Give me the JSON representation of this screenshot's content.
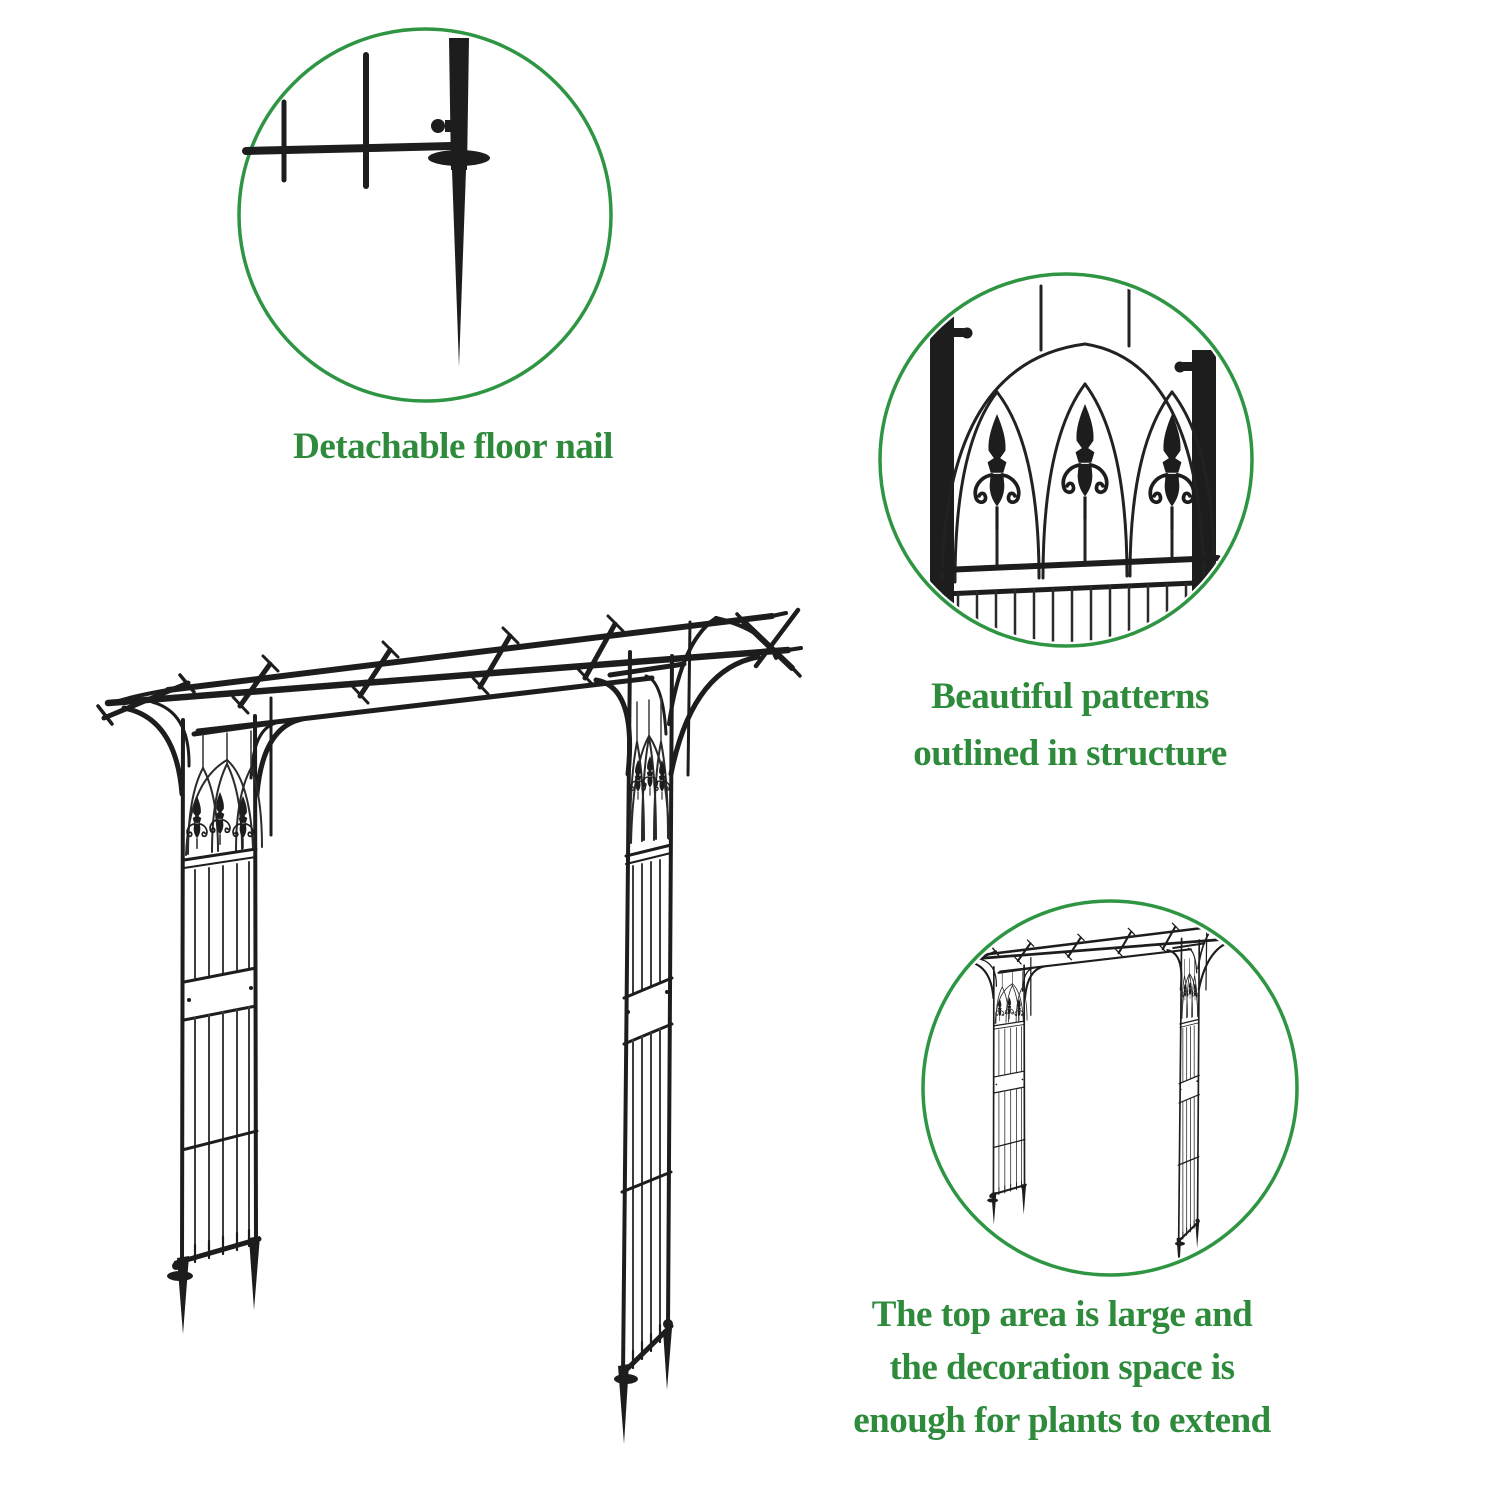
{
  "colors": {
    "text_green": "#2e8b3c",
    "circle_green": "#2e9543",
    "metal_dark": "#1d1d1d",
    "metal_light": "#3c3c3c",
    "background": "#ffffff"
  },
  "callouts": {
    "floor_nail": {
      "caption": "Detachable floor nail"
    },
    "patterns": {
      "caption_line1": "Beautiful patterns",
      "caption_line2": "outlined in structure"
    },
    "top_area": {
      "caption_line1": "The top area is large and",
      "caption_line2": "the decoration space is",
      "caption_line3": "enough for plants to extend"
    }
  },
  "illustrations": {
    "main": "garden-arch-arbor-line-drawing",
    "detail_1": "floor-nail-stake-closeup",
    "detail_2": "gothic-pattern-closeup",
    "detail_3": "arch-top-area-miniature"
  }
}
